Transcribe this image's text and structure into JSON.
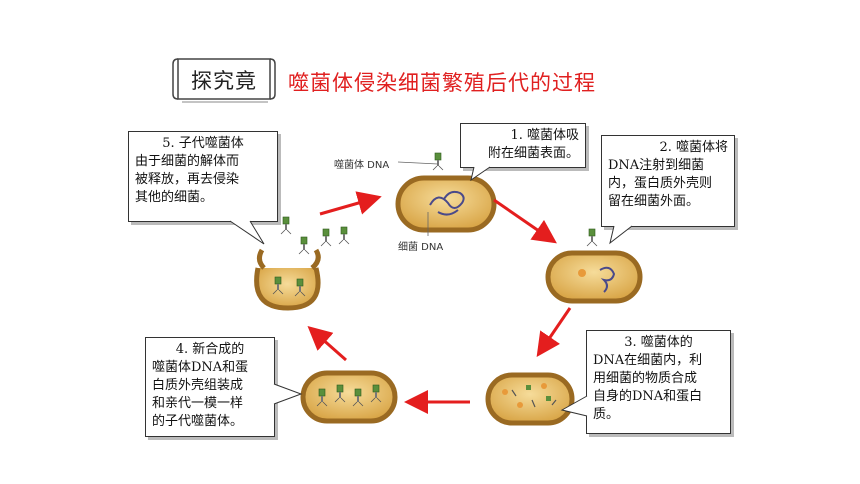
{
  "header": {
    "badge_label": "探究竟",
    "title": "噬菌体侵染细菌繁殖后代的过程"
  },
  "labels": {
    "phage_dna": "噬菌体 DNA",
    "bacteria_dna": "细菌 DNA"
  },
  "steps": [
    {
      "number": "1.",
      "lines": [
        "1. 噬菌体吸",
        "附在细菌表面。"
      ]
    },
    {
      "number": "2.",
      "lines": [
        "2. 噬菌体将",
        "DNA注射到细菌",
        "内，蛋白质外壳则",
        "留在细菌外面。"
      ]
    },
    {
      "number": "3.",
      "lines": [
        "3. 噬菌体的",
        "DNA在细菌内，利",
        "用细菌的物质合成",
        "自身的DNA和蛋白",
        "质。"
      ]
    },
    {
      "number": "4.",
      "lines": [
        "4. 新合成的",
        "噬菌体DNA和蛋",
        "白质外壳组装成",
        "和亲代一模一样",
        "的子代噬菌体。"
      ]
    },
    {
      "number": "5.",
      "lines": [
        "5. 子代噬菌体",
        "由于细菌的解体而",
        "被释放，再去侵染",
        "其他的细菌。"
      ]
    }
  ],
  "colors": {
    "arrow": "#e41e1e",
    "cell_fill": "#e7be62",
    "cell_border": "#9a6a22",
    "title_red": "#e02020"
  }
}
